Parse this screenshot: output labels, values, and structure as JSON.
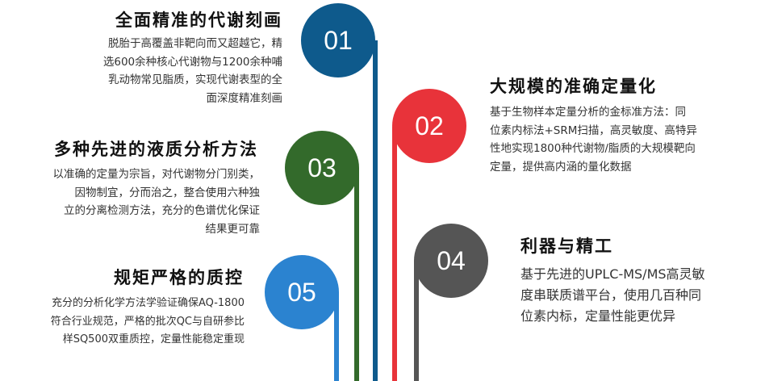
{
  "colors": {
    "c01": "#0e5a8c",
    "c02": "#e8333a",
    "c03": "#336a2b",
    "c04": "#555555",
    "c05": "#2b83d0"
  },
  "items": [
    {
      "number": "01",
      "title": "全面精准的代谢刻画",
      "lines": [
        "脱胎于高覆盖非靶向而又超越它，精",
        "选600余种核心代谢物与1200余种哺",
        "乳动物常见脂质，实现代谢表型的全",
        "面深度精准刻画"
      ]
    },
    {
      "number": "02",
      "title": "大规模的准确定量化",
      "lines": [
        "基于生物样本定量分析的金标准方法：同",
        "位素内标法+SRM扫描，高灵敏度、高特异",
        "性地实现1800种代谢物/脂质的大规模靶向",
        "定量，提供高内涵的量化数据"
      ]
    },
    {
      "number": "03",
      "title": "多种先进的液质分析方法",
      "lines": [
        "以准确的定量为宗旨，对代谢物分门别类，",
        "因物制宜，分而治之，整合使用六种独",
        "立的分离检测方法，充分的色谱优化保证",
        "结果更可靠"
      ]
    },
    {
      "number": "04",
      "title": "利器与精工",
      "lines": [
        "基于先进的UPLC-MS/MS高灵敏",
        "度串联质谱平台，使用几百种同",
        "位素内标，定量性能更优异"
      ]
    },
    {
      "number": "05",
      "title": "规矩严格的质控",
      "lines": [
        "充分的分析化学方法学验证确保AQ-1800",
        "符合行业规范，严格的批次QC与自研参比",
        "样SQ500双重质控，定量性能稳定重现"
      ]
    }
  ]
}
